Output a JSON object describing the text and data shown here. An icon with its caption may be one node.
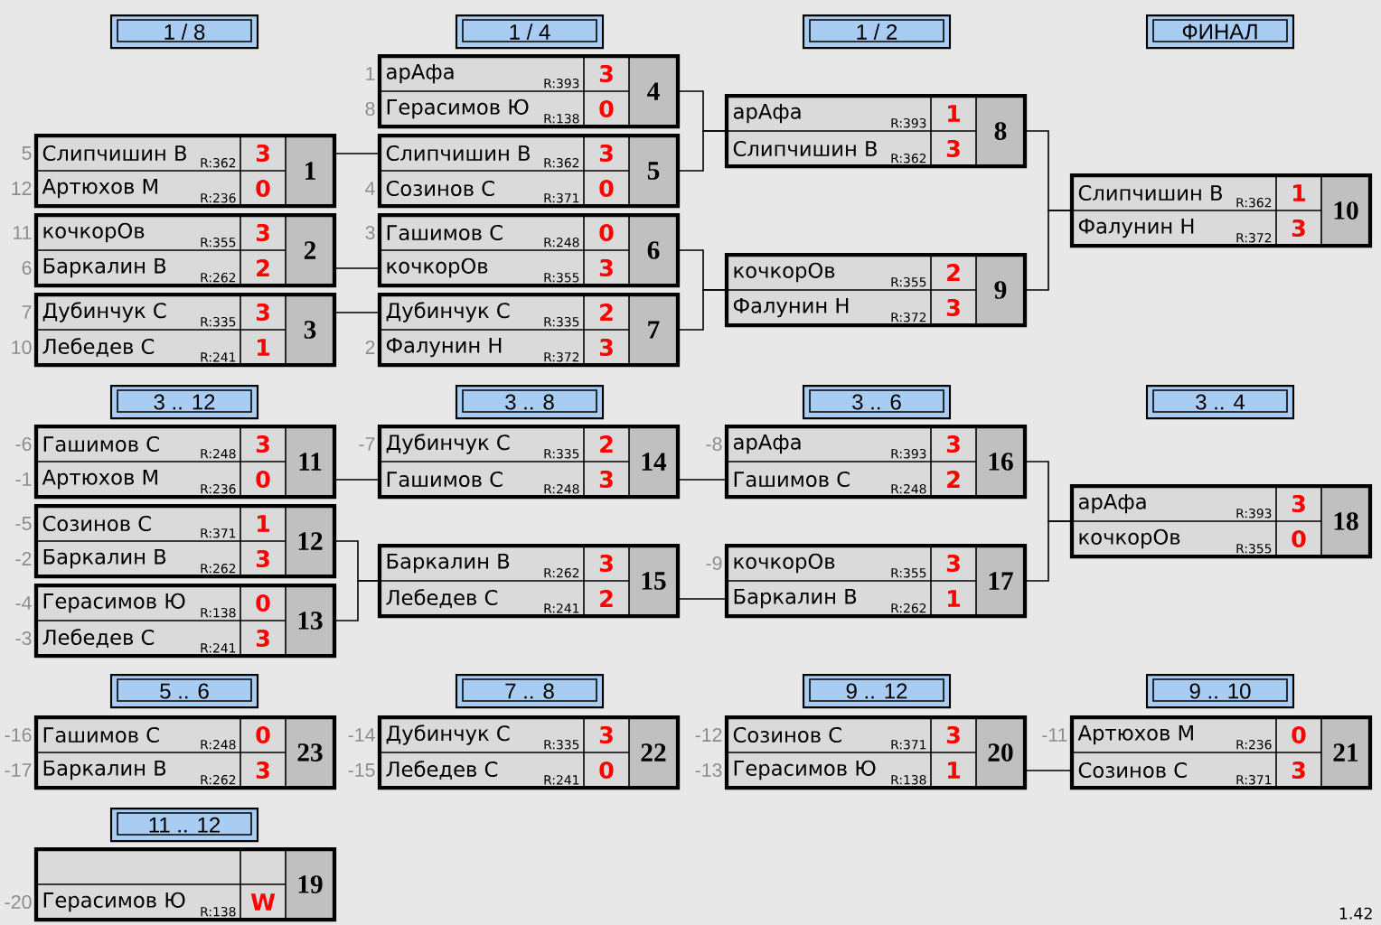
{
  "diagram": {
    "nodes": [
      {
        "text": [
          "1 / 8"
        ]
      },
      {
        "text": [
          "1 / 4"
        ]
      },
      {
        "text": [
          "1 / 2"
        ]
      },
      {
        "text": [
          "ФИНАЛ"
        ]
      },
      {
        "text": [
          "Слипчишин В",
          "R:362",
          "3",
          "Артюхов М",
          "R:236",
          "0",
          "1"
        ],
        "beside": [
          "5",
          "12"
        ]
      },
      {
        "text": [
          "кочкорОв",
          "R:355",
          "3",
          "Баркалин В",
          "R:262",
          "2",
          "2"
        ],
        "beside": [
          "11",
          "6"
        ]
      },
      {
        "text": [
          "Дубинчук С",
          "R:335",
          "3",
          "Лебедев С",
          "R:241",
          "1",
          "3"
        ],
        "beside": [
          "7",
          "10"
        ]
      },
      {
        "text": [
          "арАфа",
          "R:393",
          "3",
          "Герасимов Ю",
          "R:138",
          "0",
          "4"
        ],
        "beside": [
          "1",
          "8"
        ]
      },
      {
        "text": [
          "Слипчишин В",
          "R:362",
          "3",
          "Созинов С",
          "R:371",
          "0",
          "5"
        ],
        "beside": [
          "4"
        ]
      },
      {
        "text": [
          "Гашимов С",
          "R:248",
          "0",
          "кочкорОв",
          "R:355",
          "3",
          "6"
        ],
        "beside": [
          "3"
        ]
      },
      {
        "text": [
          "Дубинчук С",
          "R:335",
          "2",
          "Фалунин Н",
          "R:372",
          "3",
          "7"
        ],
        "beside": [
          "2"
        ]
      },
      {
        "text": [
          "арАфа",
          "R:393",
          "1",
          "Слипчишин В",
          "R:362",
          "3",
          "8"
        ]
      },
      {
        "text": [
          "кочкорОв",
          "R:355",
          "2",
          "Фалунин Н",
          "R:372",
          "3",
          "9"
        ]
      },
      {
        "text": [
          "Слипчишин В",
          "R:362",
          "1",
          "Фалунин Н",
          "R:372",
          "3",
          "10"
        ]
      },
      {
        "text": [
          "3 .. 12"
        ]
      },
      {
        "text": [
          "3 .. 8"
        ]
      },
      {
        "text": [
          "3 .. 6"
        ]
      },
      {
        "text": [
          "3 .. 4"
        ]
      },
      {
        "text": [
          "Гашимов С",
          "R:248",
          "3",
          "Артюхов М",
          "R:236",
          "0",
          "11"
        ],
        "beside": [
          "-6",
          "-1"
        ]
      },
      {
        "text": [
          "Созинов С",
          "R:371",
          "1",
          "Баркалин В",
          "R:262",
          "3",
          "12"
        ],
        "beside": [
          "-5",
          "-2"
        ]
      },
      {
        "text": [
          "Герасимов Ю",
          "R:138",
          "0",
          "Лебедев С",
          "R:241",
          "3",
          "13"
        ],
        "beside": [
          "-4",
          "-3"
        ]
      },
      {
        "text": [
          "Дубинчук С",
          "R:335",
          "2",
          "Гашимов С",
          "R:248",
          "3",
          "14"
        ],
        "beside": [
          "-7"
        ]
      },
      {
        "text": [
          "Баркалин В",
          "R:262",
          "3",
          "Лебедев С",
          "R:241",
          "2",
          "15"
        ]
      },
      {
        "text": [
          "арАфа",
          "R:393",
          "3",
          "Гашимов С",
          "R:248",
          "2",
          "16"
        ],
        "beside": [
          "-8"
        ]
      },
      {
        "text": [
          "кочкорОв",
          "R:355",
          "3",
          "Баркалин В",
          "R:262",
          "1",
          "17"
        ],
        "beside": [
          "-9"
        ]
      },
      {
        "text": [
          "арАфа",
          "R:393",
          "3",
          "кочкорОв",
          "R:355",
          "0",
          "18"
        ]
      },
      {
        "text": [
          "5 .. 6"
        ]
      },
      {
        "text": [
          "7 .. 8"
        ]
      },
      {
        "text": [
          "9 .. 12"
        ]
      },
      {
        "text": [
          "9 .. 10"
        ]
      },
      {
        "text": [
          "Гашимов С",
          "R:248",
          "0",
          "Баркалин В",
          "R:262",
          "3",
          "23"
        ],
        "beside": [
          "-16",
          "-17"
        ]
      },
      {
        "text": [
          "Дубинчук С",
          "R:335",
          "3",
          "Лебедев С",
          "R:241",
          "0",
          "22"
        ],
        "beside": [
          "-14",
          "-15"
        ]
      },
      {
        "text": [
          "Созинов С",
          "R:371",
          "3",
          "Герасимов Ю",
          "R:138",
          "1",
          "20"
        ],
        "beside": [
          "-12",
          "-13"
        ]
      },
      {
        "text": [
          "Артюхов М",
          "R:236",
          "0",
          "Созинов С",
          "R:371",
          "3",
          "21"
        ],
        "beside": [
          "-11"
        ]
      },
      {
        "text": [
          "11 .. 12"
        ]
      },
      {
        "text": [
          "Герасимов Ю",
          "R:138",
          "W",
          "19"
        ],
        "beside": [
          "-20"
        ]
      }
    ],
    "edges": [
      {
        "from": 4,
        "to": 8,
        "arrow": "none"
      },
      {
        "from": 5,
        "to": 9,
        "arrow": "none"
      },
      {
        "from": 6,
        "to": 10,
        "arrow": "none"
      },
      {
        "from": 7,
        "to": 11,
        "arrow": "none"
      },
      {
        "from": 8,
        "to": 11,
        "arrow": "none"
      },
      {
        "from": 9,
        "to": 12,
        "arrow": "none"
      },
      {
        "from": 10,
        "to": 12,
        "arrow": "none"
      },
      {
        "from": 11,
        "to": 13,
        "arrow": "none"
      },
      {
        "from": 12,
        "to": 13,
        "arrow": "none"
      },
      {
        "from": 18,
        "to": 21,
        "arrow": "none"
      },
      {
        "from": 19,
        "to": 22,
        "arrow": "none"
      },
      {
        "from": 20,
        "to": 22,
        "arrow": "none"
      },
      {
        "from": 21,
        "to": 23,
        "arrow": "none"
      },
      {
        "from": 22,
        "to": 24,
        "arrow": "none"
      },
      {
        "from": 23,
        "to": 25,
        "arrow": "none"
      },
      {
        "from": 24,
        "to": 25,
        "arrow": "none"
      },
      {
        "from": 32,
        "to": 33,
        "arrow": "none"
      }
    ],
    "labels": [
      "1.42"
    ]
  }
}
